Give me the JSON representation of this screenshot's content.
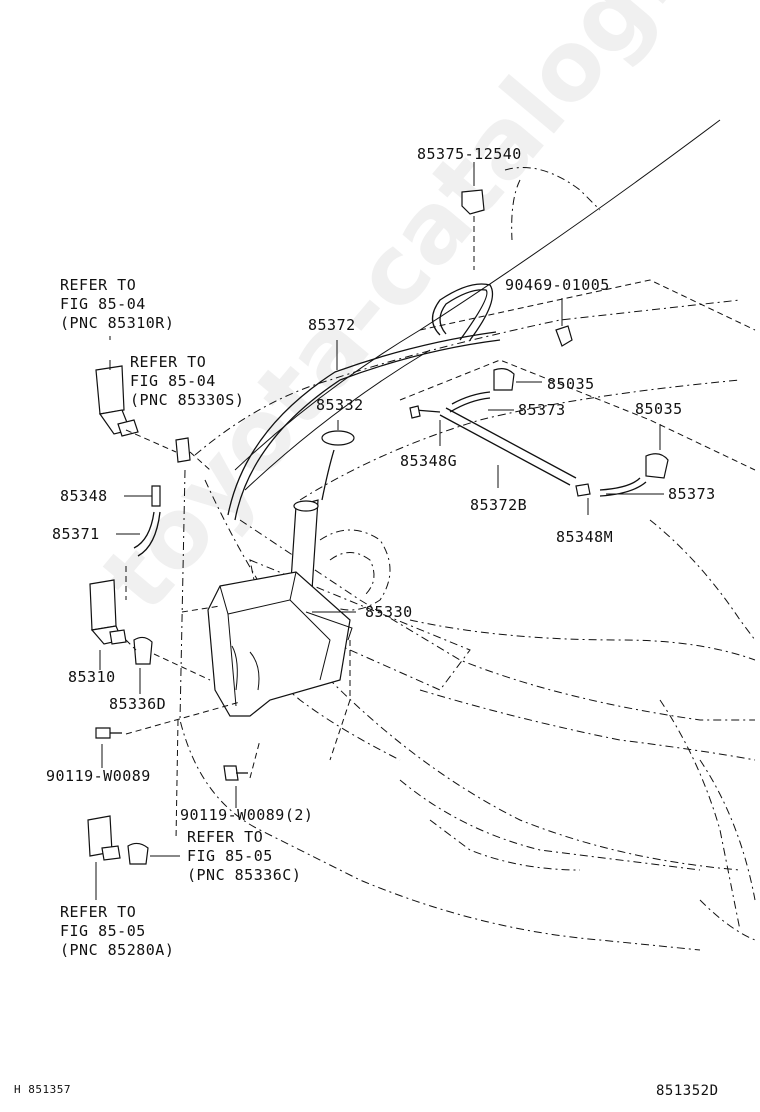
{
  "watermark": "toyota-catalog.ru",
  "footer": {
    "left_code": "H 851357",
    "right_code": "851352D"
  },
  "parts": {
    "p1": "85375-12540",
    "p2": "90469-01005",
    "p3": "85372",
    "p4": "85035",
    "p5": "85332",
    "p6": "85373",
    "p7": "85035",
    "p8": "85348G",
    "p9": "85373",
    "p10": "85372B",
    "p11": "85348M",
    "p12": "85348",
    "p13": "85371",
    "p14": "85330",
    "p15": "85310",
    "p16": "85336D",
    "p17": "90119-W0089",
    "p18": "90119-W0089(2)"
  },
  "refs": {
    "r1": "REFER TO\nFIG 85-04\n(PNC 85310R)",
    "r2": "REFER TO\nFIG 85-04\n(PNC 85330S)",
    "r3": "REFER TO\nFIG 85-05\n(PNC 85336C)",
    "r4": "REFER TO\nFIG 85-05\n(PNC 85280A)"
  }
}
